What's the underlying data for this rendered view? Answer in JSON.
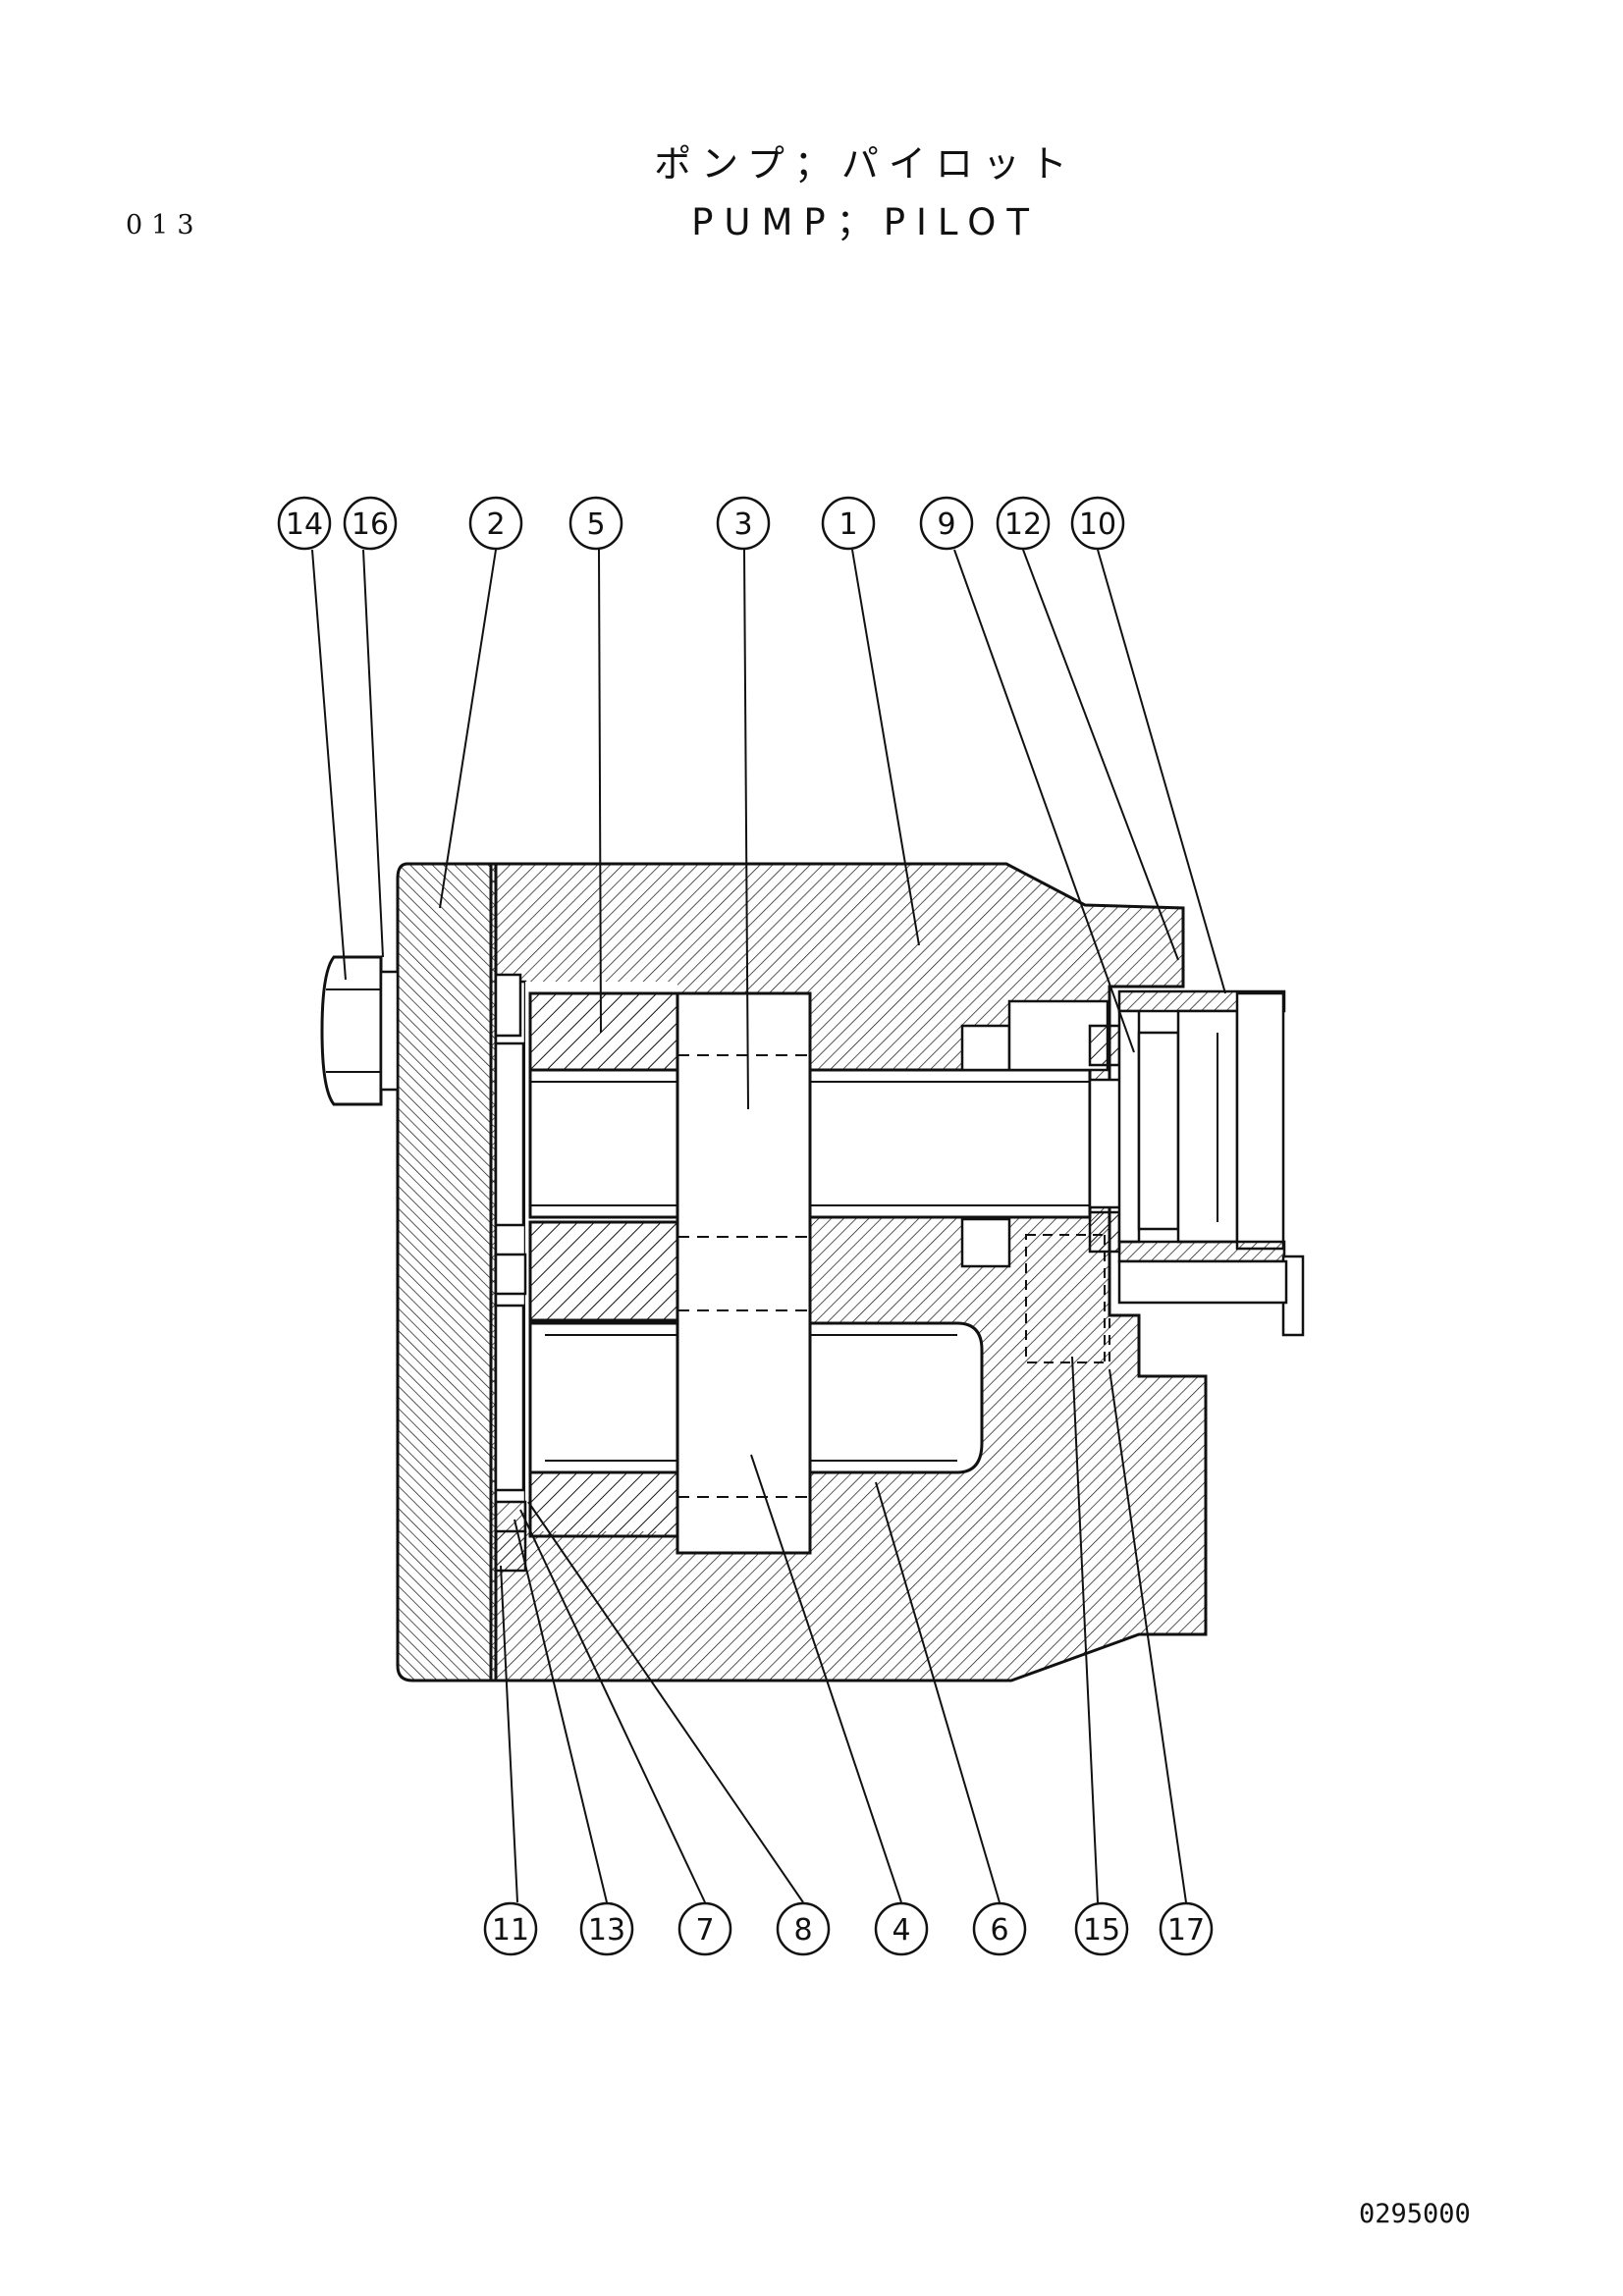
{
  "page_code": "013",
  "title_jp": "ポンプ；パイロット",
  "title_en": "PUMP；PILOT",
  "drawing_number": "0295000",
  "balloons_top": [
    "14",
    "16",
    "2",
    "5",
    "3",
    "1",
    "9",
    "12",
    "10"
  ],
  "balloons_bottom": [
    "11",
    "13",
    "7",
    "8",
    "4",
    "6",
    "15",
    "17"
  ]
}
